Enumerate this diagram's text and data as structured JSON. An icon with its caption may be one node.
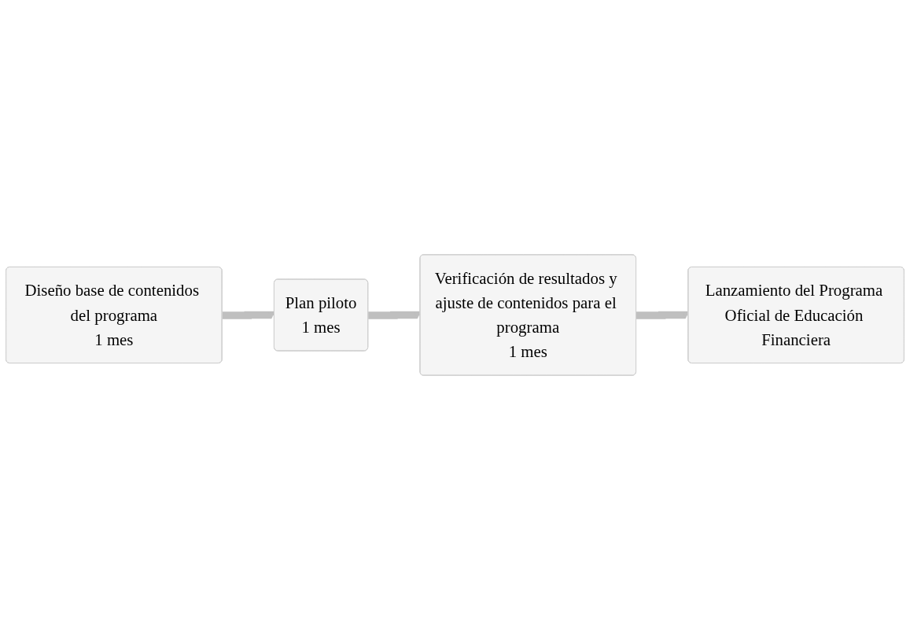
{
  "diagram": {
    "nodes": [
      {
        "text": [
          "Diseño base de contenidos del programa",
          "1 mes"
        ]
      },
      {
        "text": [
          "Plan piloto",
          "1 mes"
        ]
      },
      {
        "text": [
          "Verificación de resultados y ajuste de contenidos para el programa",
          "1 mes"
        ]
      },
      {
        "text": [
          "Lanzamiento del Programa Oficial de Educación Financiera"
        ]
      }
    ],
    "edges": [
      {
        "from": 0,
        "to": 1,
        "arrow": "to"
      },
      {
        "from": 1,
        "to": 2,
        "arrow": "to"
      },
      {
        "from": 2,
        "to": 3,
        "arrow": "to"
      }
    ]
  }
}
